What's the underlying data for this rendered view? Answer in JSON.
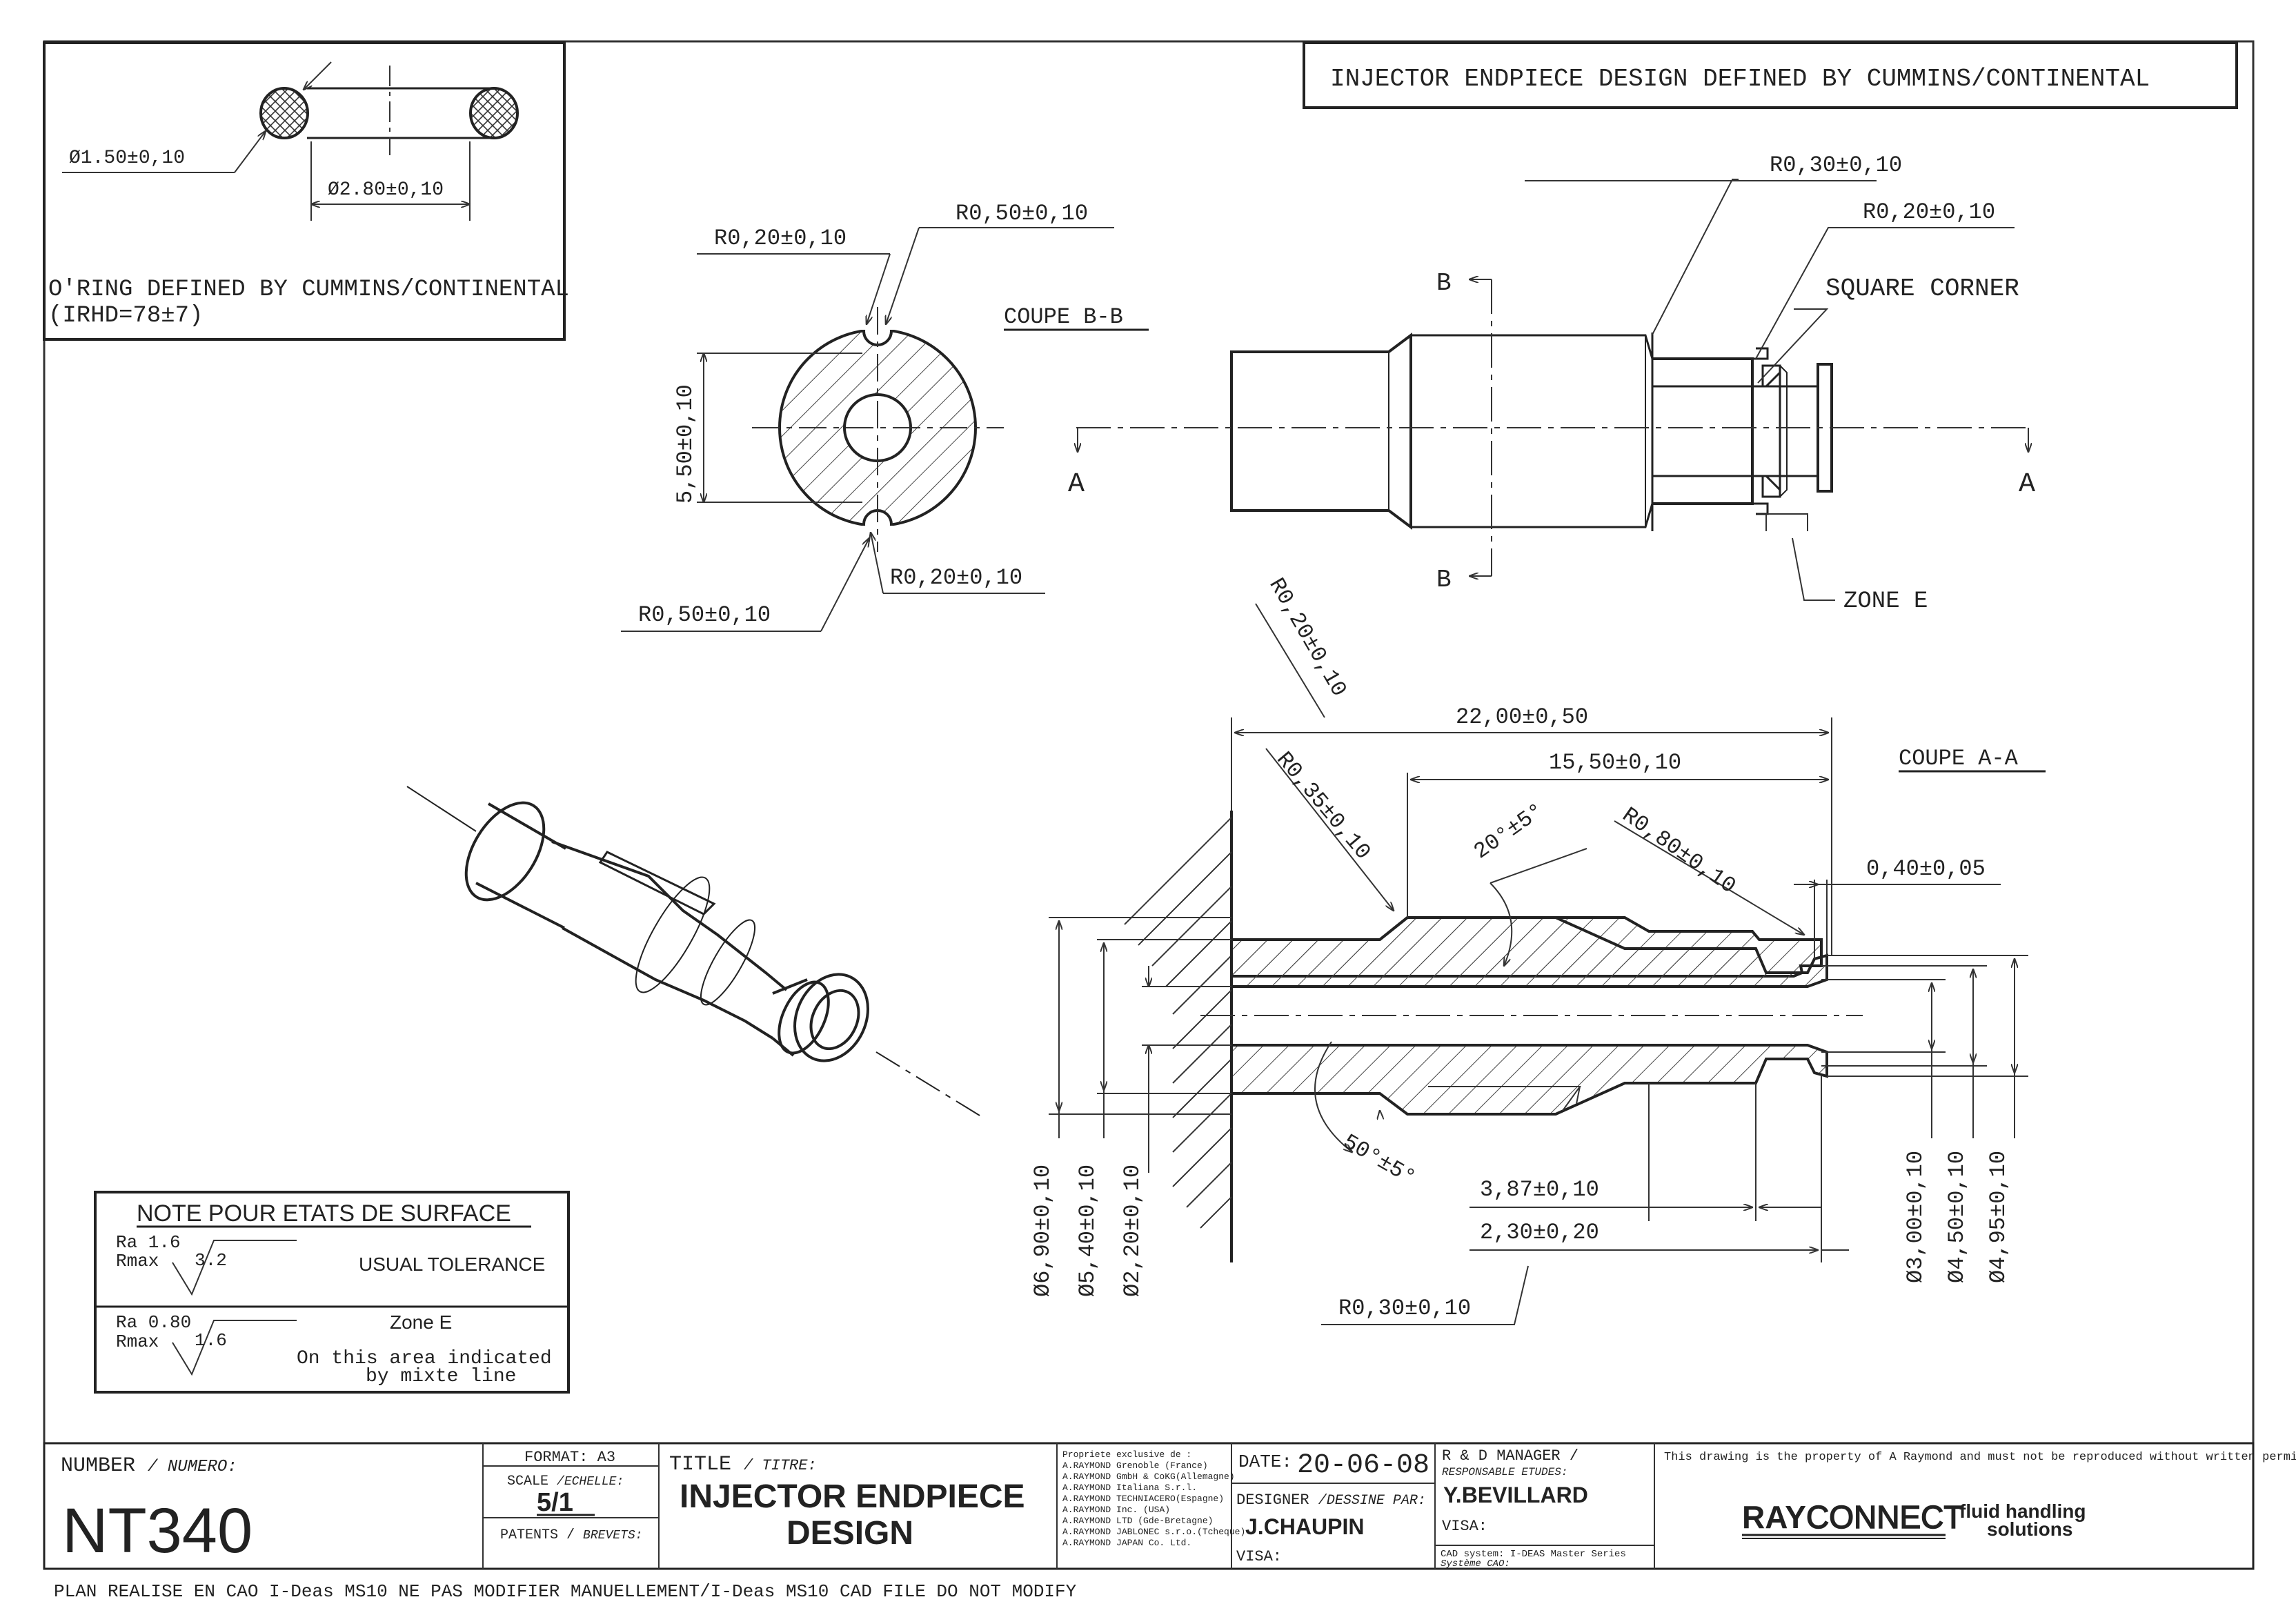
{
  "oring_box": {
    "d_section": "Ø1.50±0,10",
    "d_inner": "Ø2.80±0,10",
    "note_line1": "O'RING DEFINED BY CUMMINS/CONTINENTAL",
    "note_line2": "(IRHD=78±7)"
  },
  "header_banner": "INJECTOR ENDPIECE DESIGN DEFINED BY CUMMINS/CONTINENTAL",
  "section_bb": {
    "title": "COUPE B-B",
    "r_top_left": "R0,20±0,10",
    "r_top_right": "R0,50±0,10",
    "r_bottom_left": "R0,50±0,10",
    "r_bottom_right": "R0,20±0,10",
    "dim_vertical": "5,50±0,10"
  },
  "side_view": {
    "r_030": "R0,30±0,10",
    "r_020": "R0,20±0,10",
    "square_corner": "SQUARE CORNER",
    "zone_e": "ZONE E",
    "cut_b": "B",
    "cut_a": "A"
  },
  "section_aa": {
    "title": "COUPE A-A",
    "r_020_diag": "R0,20±0,10",
    "r_035": "R0,35±0,10",
    "r_080": "R0,80±0,10",
    "angle_20": "20°±5°",
    "angle_50": "50°±5°",
    "len_22": "22,00±0,50",
    "len_15": "15,50±0,10",
    "d_040": "0,40±0,05",
    "len_387": "3,87±0,10",
    "len_230": "2,30±0,20",
    "r_030_bottom": "R0,30±0,10",
    "dia_690": "Ø6,90±0,10",
    "dia_540": "Ø5,40±0,10",
    "dia_220": "Ø2,20±0,10",
    "dia_300": "Ø3,00±0,10",
    "dia_450": "Ø4,50±0,10",
    "dia_495": "Ø4,95±0,10"
  },
  "surface_note": {
    "title": "NOTE POUR ETATS DE SURFACE",
    "row1_ra": "Ra 1.6",
    "row1_rmax": "Rmax",
    "row1_val": "3.2",
    "row1_text": "USUAL TOLERANCE",
    "row2_ra": "Ra 0.80",
    "row2_rmax": "Rmax",
    "row2_val": "1.6",
    "row2_zone": "Zone E",
    "row2_text1": "On this area indicated",
    "row2_text2": "by mixte line"
  },
  "title_block": {
    "number_label": "NUMBER",
    "number_label_fr": "/ NUMERO:",
    "number": "NT340",
    "format": "FORMAT: A3",
    "scale_label": "SCALE",
    "scale_label_fr": "/ECHELLE:",
    "scale": "5/1",
    "patents_label": "PATENTS /",
    "patents_label_fr": "BREVETS:",
    "title_label": "TITLE",
    "title_label_fr": "/ TITRE:",
    "title_line1": "INJECTOR ENDPIECE",
    "title_line2": "DESIGN",
    "property_lines": [
      "Propriete exclusive de :",
      "A.RAYMOND Grenoble (France)",
      "A.RAYMOND GmbH & CoKG(Allemagne)",
      "A.RAYMOND Italiana S.r.l.",
      "A.RAYMOND TECHNIACERO(Espagne)",
      "A.RAYMOND Inc. (USA)",
      "A.RAYMOND LTD (Gde-Bretagne)",
      "A.RAYMOND JABLONEC s.r.o.(Tcheque)",
      "A.RAYMOND JAPAN Co. Ltd."
    ],
    "date_label": "DATE:",
    "date": "20-06-08",
    "designer_label": "DESIGNER",
    "designer_label_fr": "/DESSINE PAR:",
    "designer": "J.CHAUPIN",
    "visa1": "VISA:",
    "manager_label": "R & D MANAGER /",
    "manager_label_fr": "RESPONSABLE ETUDES:",
    "manager": "Y.BEVILLARD",
    "visa2": "VISA:",
    "cad_line1": "CAD system:",
    "cad_line1_val": "I-DEAS Master Series",
    "cad_line2": "Système CAO:",
    "property_notice": "This drawing is the property of A Raymond and must not be reproduced without written permission.",
    "logo_ray": "RAY",
    "logo_connect": "CONNECT",
    "logo_tag1": "fluid handling",
    "logo_tag2": "solutions"
  },
  "footer": "PLAN REALISE EN CAO I-Deas MS10 NE PAS MODIFIER MANUELLEMENT/I-Deas MS10 CAD FILE DO NOT MODIFY"
}
